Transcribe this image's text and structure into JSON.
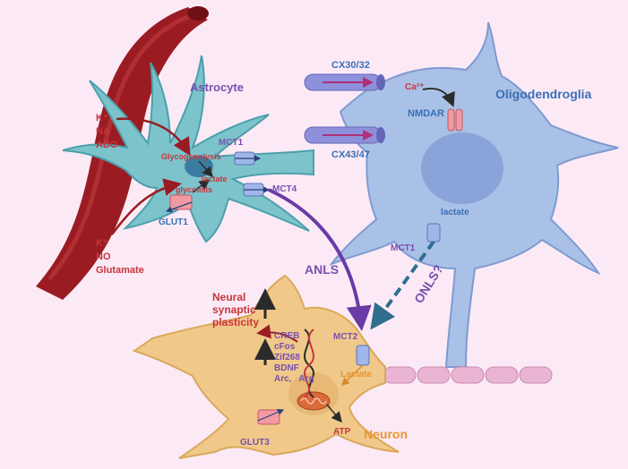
{
  "colors": {
    "background": "#fbeaf6",
    "astrocyte": "#7cc3cc",
    "astrocyte_label": "#7a4fb0",
    "oligodendroglia": "#a9c1e6",
    "oligodendroglia_label": "#3a6fb5",
    "neuron": "#f0c98a",
    "neuron_label": "#e8962e",
    "vessel": "#9a1c22",
    "red_text": "#c8353b",
    "purple_text": "#7a4fb0",
    "blue_text": "#3a6fb5",
    "myelin": "#e9b5d2",
    "transporter_blue": "#9fb6e8",
    "transporter_pink": "#f19aa4",
    "dark_arrow": "#2b2b2b",
    "anls_arrow": "#6a3aa6",
    "onls_arrow": "#2f6e8e"
  },
  "cells": {
    "astrocyte": "Astrocyte",
    "oligodendroglia": "Oligodendroglia",
    "neuron": "Neuron"
  },
  "stimuli": {
    "top_line1": "K⁺",
    "top_line2": "NA",
    "top_line3": "ADO",
    "bottom_line1": "K⁺",
    "bottom_line2": "NO",
    "bottom_line3": "Glutamate"
  },
  "astrocyte_labels": {
    "glycogenolysis": "Glycogenolysis",
    "lactate": "lactate",
    "glycolisis": "glycolisis",
    "glut1": "GLUT1",
    "mct1": "MCT1",
    "mct4": "MCT4"
  },
  "junctions": {
    "cx30": "CX30/32",
    "cx43": "CX43/47"
  },
  "oligo_labels": {
    "ca": "Ca²⁺",
    "nmdar": "NMDAR",
    "lactate": "lactate",
    "mct1": "MCT1"
  },
  "pathways": {
    "anls": "ANLS",
    "onls": "ONLS?"
  },
  "neuron_labels": {
    "plasticity_line1": "Neural",
    "plasticity_line2": "synaptic",
    "plasticity_line3": "plasticity",
    "genes": [
      "CREB",
      "cFos",
      "Zif268",
      "BDNF",
      "Arc,   Arg"
    ],
    "mct2": "MCT2",
    "lactate": "Lactate",
    "atp": "ATP",
    "glut3": "GLUT3"
  }
}
